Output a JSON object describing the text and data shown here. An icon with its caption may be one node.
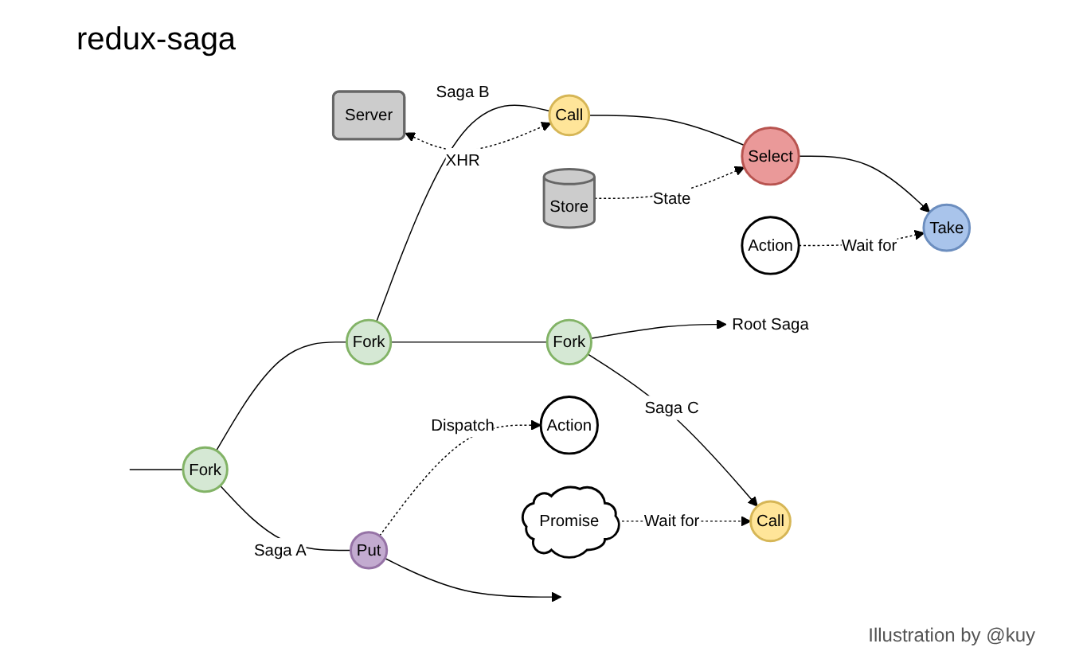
{
  "diagram": {
    "title": "redux-saga",
    "nodes": [
      {
        "text": [
          "Store"
        ]
      },
      {
        "text": [
          "Server"
        ]
      },
      {
        "text": [
          "Action"
        ]
      },
      {
        "text": [
          "Call"
        ]
      },
      {
        "text": [
          "Select"
        ]
      },
      {
        "text": [
          "Take"
        ]
      },
      {
        "text": [
          "Fork"
        ]
      },
      {
        "text": [
          "Fork"
        ]
      },
      {
        "text": [
          "Fork"
        ]
      },
      {
        "text": [
          "Root Saga"
        ]
      },
      {
        "text": [
          "Put"
        ]
      },
      {
        "text": [
          "Call"
        ]
      },
      {
        "text": [
          "Action"
        ]
      },
      {
        "text": [
          "Promise"
        ]
      }
    ],
    "edges": [
      {
        "from": null,
        "to": 6,
        "arrow": "none"
      },
      {
        "from": 6,
        "to": 7,
        "arrow": "none"
      },
      {
        "from": 7,
        "to": 8,
        "arrow": "none"
      },
      {
        "from": 8,
        "to": 9,
        "arrow": "to"
      },
      {
        "from": 7,
        "to": 3,
        "arrow": "none",
        "label": "Saga B"
      },
      {
        "from": 3,
        "to": 4,
        "arrow": "none"
      },
      {
        "from": 4,
        "to": 5,
        "arrow": "to"
      },
      {
        "from": 1,
        "to": 3,
        "arrow": "both",
        "label": "XHR",
        "style": "dashed"
      },
      {
        "from": 0,
        "to": 4,
        "arrow": "to",
        "label": "State",
        "style": "dashed"
      },
      {
        "from": 2,
        "to": 5,
        "arrow": "to",
        "label": "Wait for",
        "style": "dashed"
      },
      {
        "from": 6,
        "to": 10,
        "arrow": "none",
        "label": "Saga A"
      },
      {
        "from": 10,
        "to": null,
        "arrow": "to"
      },
      {
        "from": 10,
        "to": 12,
        "arrow": "to",
        "label": "Dispatch",
        "style": "dashed"
      },
      {
        "from": 8,
        "to": 11,
        "arrow": "to",
        "label": "Saga C"
      },
      {
        "from": 13,
        "to": 11,
        "arrow": "to",
        "label": "Wait for",
        "style": "dashed"
      }
    ],
    "labels": [
      "Illustration by @kuy"
    ]
  }
}
